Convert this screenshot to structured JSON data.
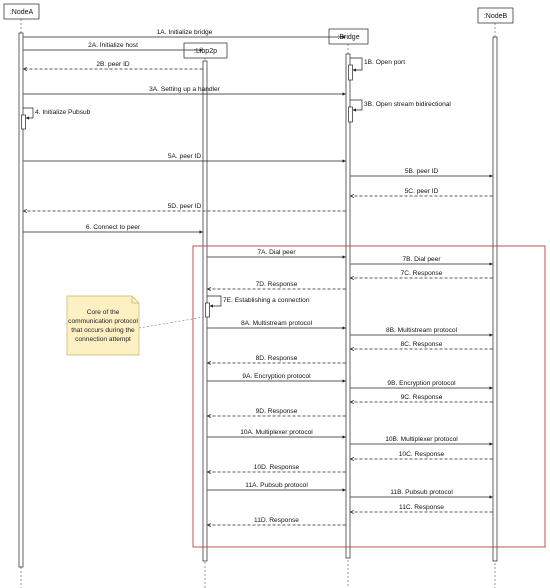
{
  "participants": [
    {
      "id": "nodeA",
      "label": ":NodeA"
    },
    {
      "id": "libp2p",
      "label": ":Libp2p"
    },
    {
      "id": "bridge",
      "label": ":Bridge"
    },
    {
      "id": "nodeB",
      "label": ":NodeB"
    }
  ],
  "messages": [
    {
      "id": "m1A",
      "label": "1A. Initialize bridge",
      "from": "nodeA",
      "to": "bridge",
      "style": "solid"
    },
    {
      "id": "m2A",
      "label": "2A. Initialize host",
      "from": "nodeA",
      "to": "libp2p",
      "style": "solid"
    },
    {
      "id": "m2B",
      "label": "2B. peer ID",
      "from": "libp2p",
      "to": "nodeA",
      "style": "dashed"
    },
    {
      "id": "m3A",
      "label": "3A. Setting up a handler",
      "from": "nodeA",
      "to": "bridge",
      "style": "solid"
    },
    {
      "id": "m5A",
      "label": "5A. peer ID",
      "from": "nodeA",
      "to": "bridge",
      "style": "solid"
    },
    {
      "id": "m5B",
      "label": "5B. peer ID",
      "from": "bridge",
      "to": "nodeB",
      "style": "solid"
    },
    {
      "id": "m5C",
      "label": "5C. peer ID",
      "from": "nodeB",
      "to": "bridge",
      "style": "dashed"
    },
    {
      "id": "m5D",
      "label": "5D. peer ID",
      "from": "bridge",
      "to": "nodeA",
      "style": "dashed"
    },
    {
      "id": "m6",
      "label": "6. Connect to peer",
      "from": "nodeA",
      "to": "libp2p",
      "style": "solid"
    },
    {
      "id": "m7A",
      "label": "7A. Dial peer",
      "from": "libp2p",
      "to": "bridge",
      "style": "solid"
    },
    {
      "id": "m7B",
      "label": "7B. Dial peer",
      "from": "bridge",
      "to": "nodeB",
      "style": "solid"
    },
    {
      "id": "m7C",
      "label": "7C. Response",
      "from": "nodeB",
      "to": "bridge",
      "style": "dashed"
    },
    {
      "id": "m7D",
      "label": "7D. Response",
      "from": "bridge",
      "to": "libp2p",
      "style": "dashed"
    },
    {
      "id": "m8A",
      "label": "8A. Multistream protocol",
      "from": "libp2p",
      "to": "bridge",
      "style": "solid"
    },
    {
      "id": "m8B",
      "label": "8B. Multistream protocol",
      "from": "bridge",
      "to": "nodeB",
      "style": "solid"
    },
    {
      "id": "m8C",
      "label": "8C. Response",
      "from": "nodeB",
      "to": "bridge",
      "style": "dashed"
    },
    {
      "id": "m8D",
      "label": "8D. Response",
      "from": "bridge",
      "to": "libp2p",
      "style": "dashed"
    },
    {
      "id": "m9A",
      "label": "9A. Encryption protocol",
      "from": "libp2p",
      "to": "bridge",
      "style": "solid"
    },
    {
      "id": "m9B",
      "label": "9B. Encryption protocol",
      "from": "bridge",
      "to": "nodeB",
      "style": "solid"
    },
    {
      "id": "m9C",
      "label": "9C. Response",
      "from": "nodeB",
      "to": "bridge",
      "style": "dashed"
    },
    {
      "id": "m9D",
      "label": "9D. Response",
      "from": "bridge",
      "to": "libp2p",
      "style": "dashed"
    },
    {
      "id": "m10A",
      "label": "10A. Multiplexer protocol",
      "from": "libp2p",
      "to": "bridge",
      "style": "solid"
    },
    {
      "id": "m10B",
      "label": "10B. Multiplexer protocol",
      "from": "bridge",
      "to": "nodeB",
      "style": "solid"
    },
    {
      "id": "m10C",
      "label": "10C. Response",
      "from": "nodeB",
      "to": "bridge",
      "style": "dashed"
    },
    {
      "id": "m10D",
      "label": "10D. Response",
      "from": "bridge",
      "to": "libp2p",
      "style": "dashed"
    },
    {
      "id": "m11A",
      "label": "11A. Pubsub protocol",
      "from": "libp2p",
      "to": "bridge",
      "style": "solid"
    },
    {
      "id": "m11B",
      "label": "11B. Pubsub protocol",
      "from": "bridge",
      "to": "nodeB",
      "style": "solid"
    },
    {
      "id": "m11C",
      "label": "11C. Response",
      "from": "nodeB",
      "to": "bridge",
      "style": "dashed"
    },
    {
      "id": "m11D",
      "label": "11D. Response",
      "from": "bridge",
      "to": "libp2p",
      "style": "dashed"
    }
  ],
  "self_messages": [
    {
      "id": "s1B",
      "label": "1B. Open port",
      "on": "bridge"
    },
    {
      "id": "s3B",
      "label": "3B. Open stream bidirectional",
      "on": "bridge"
    },
    {
      "id": "s4",
      "label": "4. Initialize Pubsub",
      "on": "nodeA"
    },
    {
      "id": "s7E",
      "label": "7E. Establishing a connection",
      "on": "libp2p"
    }
  ],
  "note": {
    "lines": [
      "Core of the",
      "communication protocol",
      "that occurs during the",
      "connection attempt"
    ],
    "fill": "#fdf1c4",
    "stroke": "#c8b46e"
  },
  "colors": {
    "line": "#222222",
    "lifeline": "#555555",
    "frame": "#c0504d"
  }
}
